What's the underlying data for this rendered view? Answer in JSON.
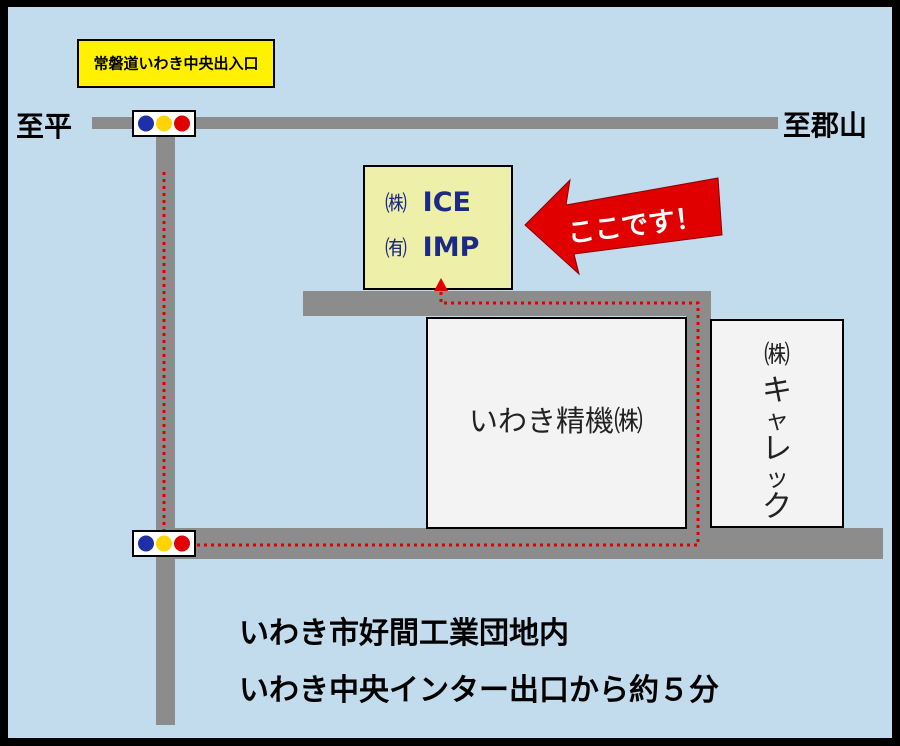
{
  "colors": {
    "sky": "#c2dcee",
    "road": "#8c8c8c",
    "target_fill": "#eef0aa",
    "building_fill": "#f3f3f3",
    "route": "#e00000",
    "arrow": "#e00000",
    "navy": "#1c2a86",
    "label_yellow": "#fff100"
  },
  "interchange_label": "常磐道いわき中央出入口",
  "direction_west": "至平",
  "direction_east": "至郡山",
  "target": {
    "line1_prefix": "㈱",
    "line1_name": "ICE",
    "line2_prefix": "㈲",
    "line2_name": "IMP"
  },
  "here_label": "ここです！",
  "building_iwaki_seiki": "いわき精機㈱",
  "building_caralec_prefix": "㈱",
  "building_caralec_chars": [
    "キ",
    "ャ",
    "レ",
    "ッ",
    "ク"
  ],
  "info": {
    "line1": "いわき市好間工業団地内",
    "line2": "いわき中央インター出口から約５分"
  },
  "traffic_lights": [
    {
      "colors": [
        "#1e2fa8",
        "#ffd400",
        "#e00000"
      ]
    },
    {
      "colors": [
        "#1e2fa8",
        "#ffd400",
        "#e00000"
      ]
    }
  ]
}
